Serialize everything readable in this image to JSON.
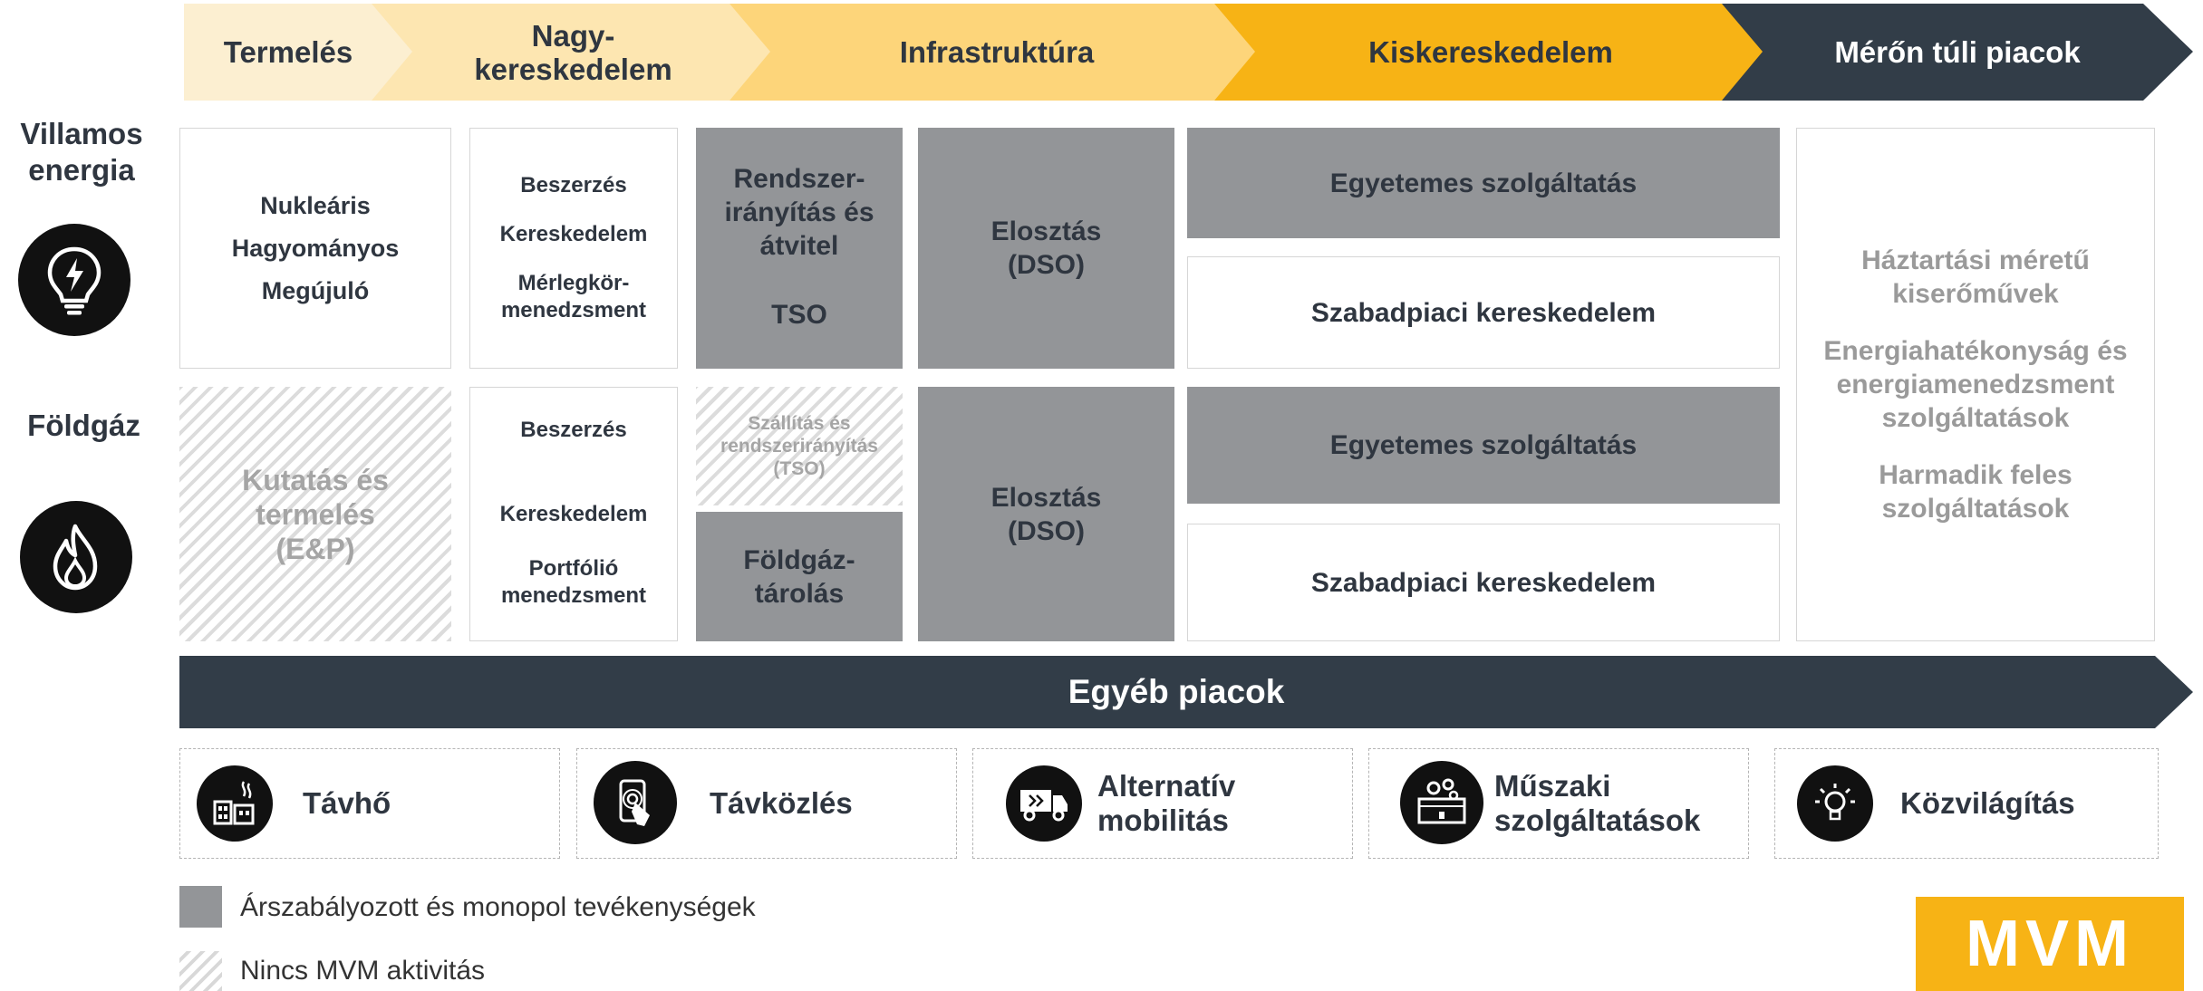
{
  "stages": [
    {
      "label": "Termelés",
      "color": "#fcefd1"
    },
    {
      "label": "Nagy-\nkereskedelem",
      "color": "#fde6b1"
    },
    {
      "label": "Infrastruktúra",
      "color": "#fdd57a"
    },
    {
      "label": "Kiskereskedelem",
      "color": "#f7b315"
    },
    {
      "label": "Mérőn túli piacok",
      "color": "#323d48"
    }
  ],
  "rows": {
    "electricity": {
      "label": "Villamos\nenergia",
      "icon": "lightbulb-icon"
    },
    "gas": {
      "label": "Földgáz",
      "icon": "flame-icon"
    }
  },
  "cells": {
    "production_electricity": [
      "Nukleáris",
      "Hagyományos",
      "Megújuló"
    ],
    "production_gas": "Kutatás és\ntermelés\n(E&P)",
    "wholesale_electricity": [
      "Beszerzés",
      "Kereskedelem",
      "Mérlegkör-\nmenedzsment"
    ],
    "wholesale_gas": [
      "Beszerzés",
      "Kereskedelem",
      "Portfólió\nmenedzsment"
    ],
    "transmission_electricity": "Rendszer-\nirányítás és\nátvitel",
    "transmission_electricity_tso": "TSO",
    "transmission_gas": "Szállítás és\nrendszerirányítás\n(TSO)",
    "storage_gas": "Földgáz-\ntárolás",
    "distribution_electricity": "Elosztás\n(DSO)",
    "distribution_gas": "Elosztás\n(DSO)",
    "universal_service_electricity": "Egyetemes szolgáltatás",
    "free_market_electricity": "Szabadpiaci kereskedelem",
    "universal_service_gas": "Egyetemes szolgáltatás",
    "free_market_gas": "Szabadpiaci kereskedelem",
    "behind_meter": [
      "Háztartási méretű\nkiserőművek",
      "Energiahatékonyság és\nenergiamenedzsment\nszolgáltatások",
      "Harmadik feles\nszolgáltatások"
    ]
  },
  "other_markets": {
    "title": "Egyéb piacok",
    "items": [
      {
        "label": "Távhő",
        "icon": "district-heating-icon"
      },
      {
        "label": "Távközlés",
        "icon": "smartphone-icon"
      },
      {
        "label": "Alternatív\nmobilitás",
        "icon": "electric-truck-icon"
      },
      {
        "label": "Műszaki\nszolgáltatások",
        "icon": "technical-services-icon"
      },
      {
        "label": "Közvilágítás",
        "icon": "light-bulb-icon"
      }
    ]
  },
  "legend": {
    "regulated": "Árszabályozott és monopol tevékenységek",
    "no_activity": "Nincs MVM aktivitás"
  },
  "logo": {
    "text": "MVM",
    "color": "#f7b315"
  },
  "colors": {
    "dark": "#323d48",
    "regulated_grey": "#939598",
    "text": "#2f3640"
  }
}
